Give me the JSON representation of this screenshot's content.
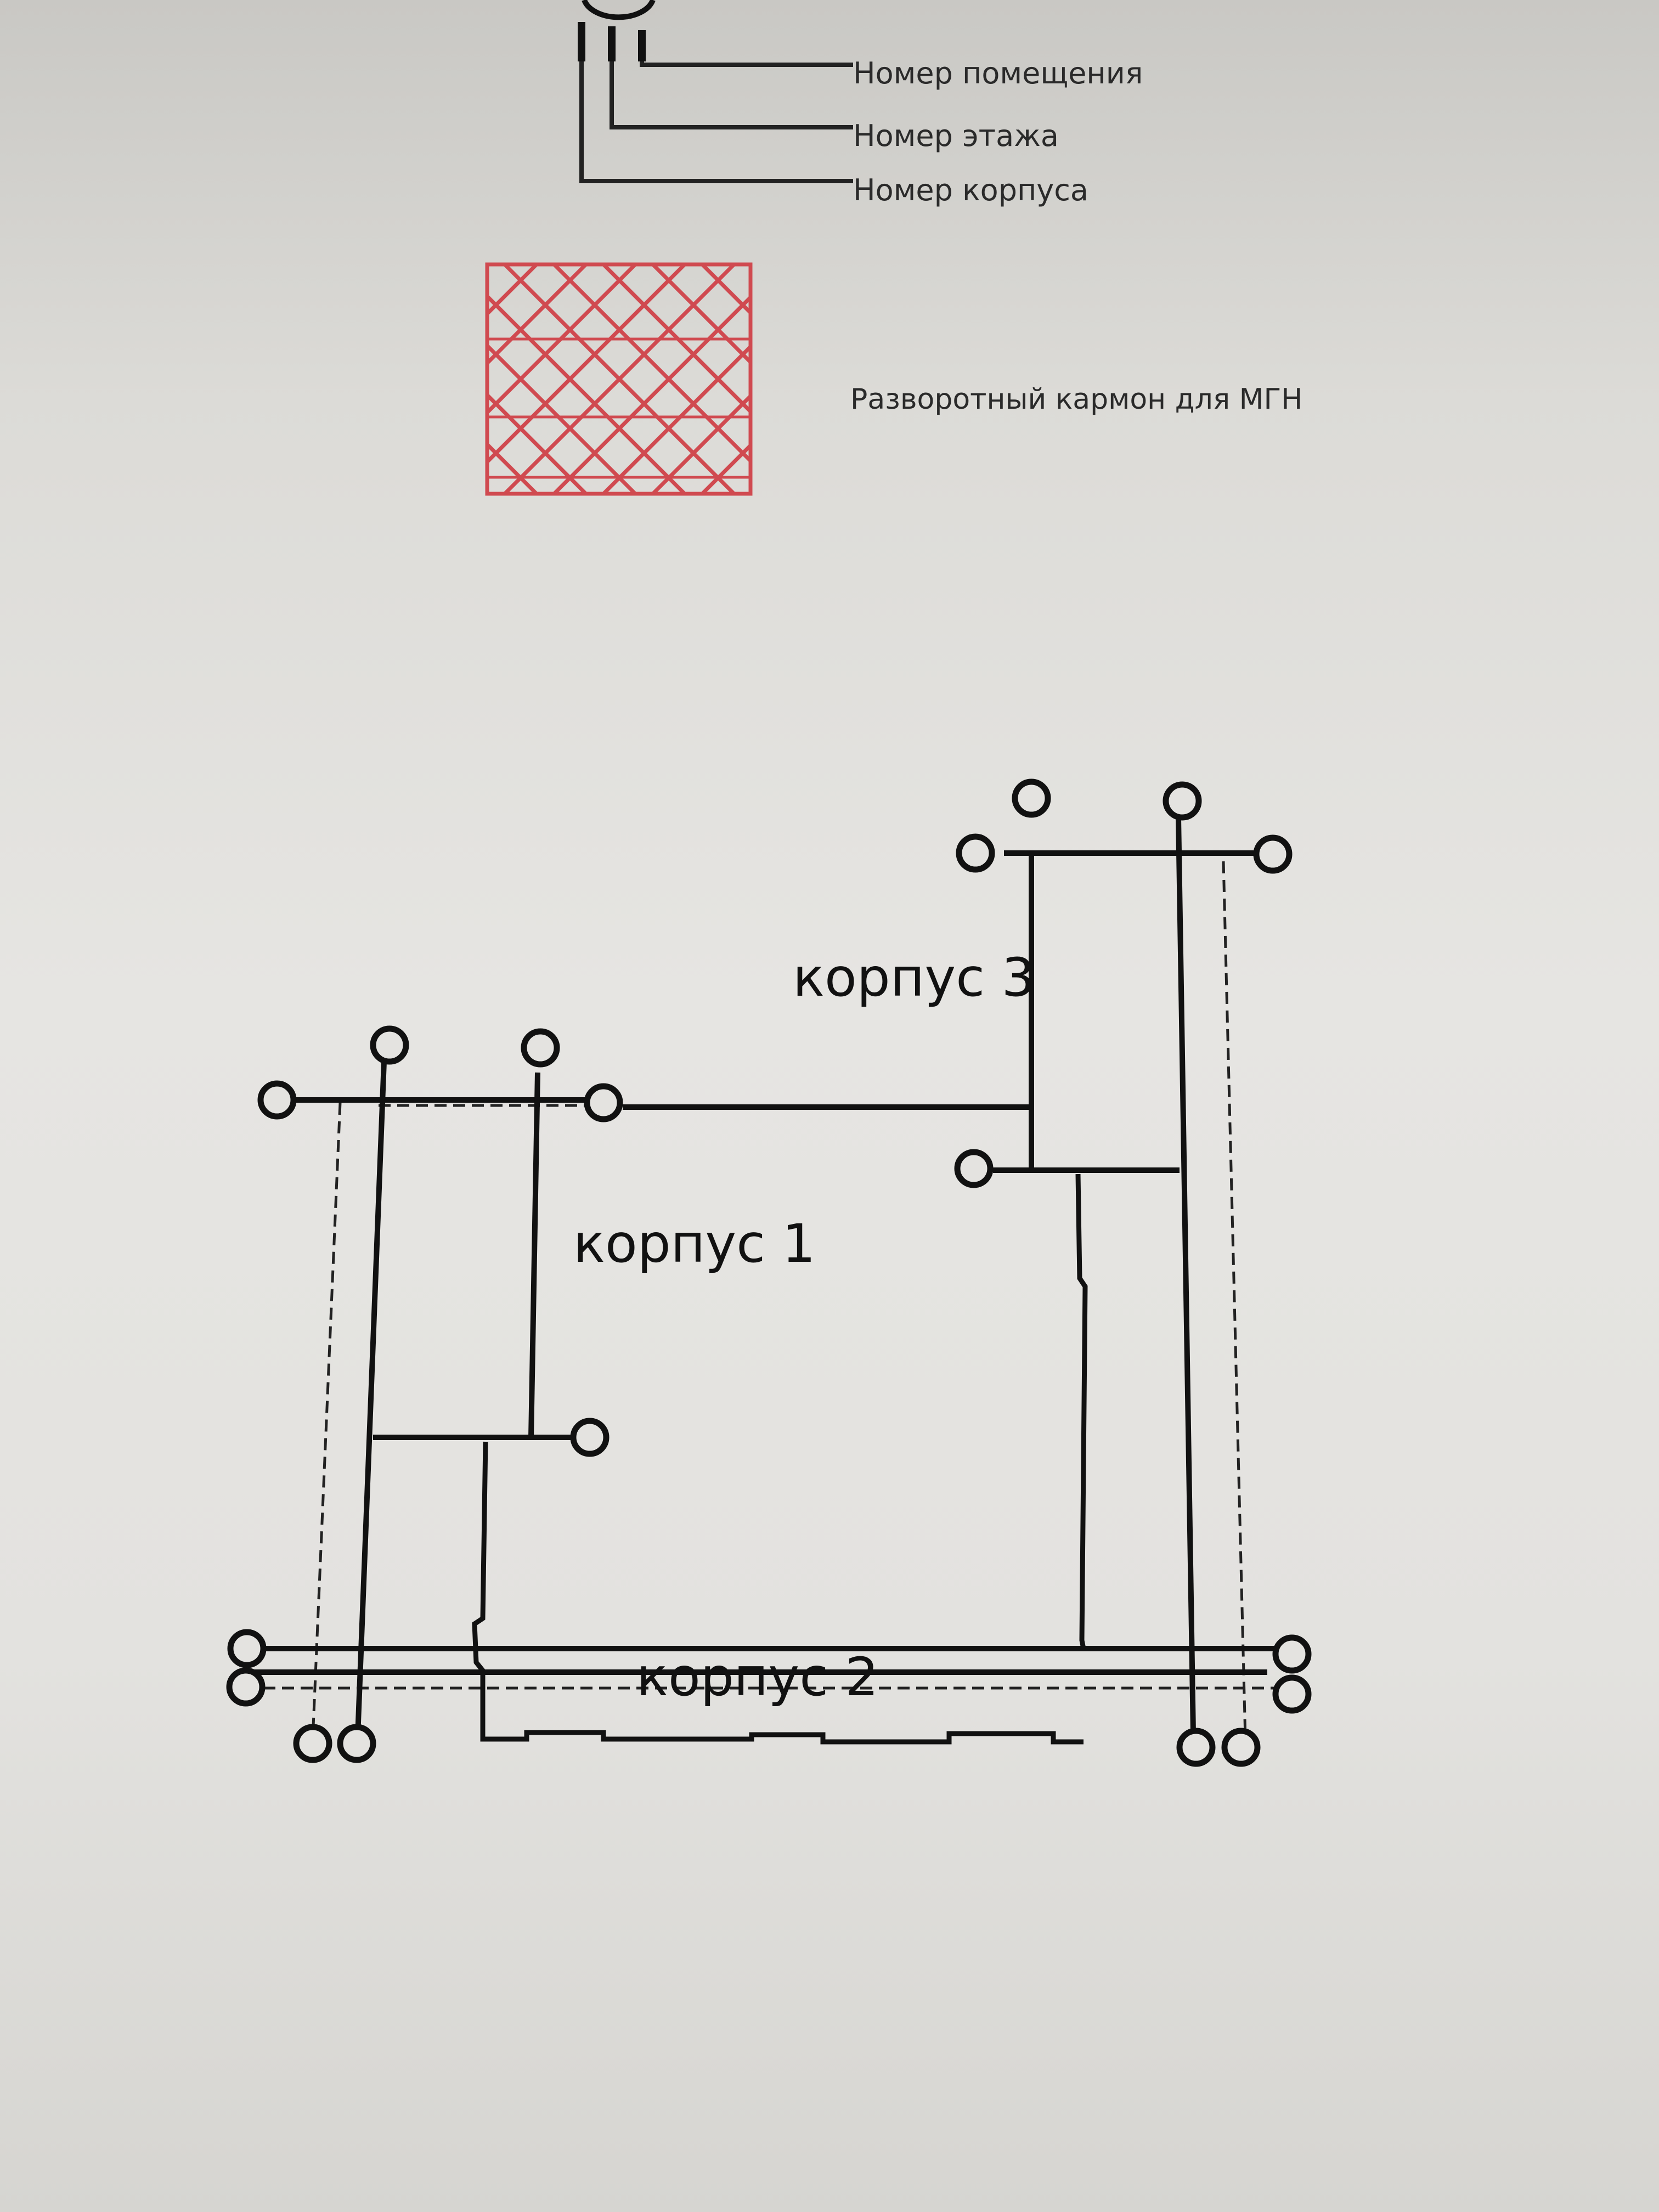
{
  "legend": {
    "room_number": "Номер помещения",
    "floor_number": "Номер этажа",
    "building_number": "Номер корпуса",
    "turning_pocket": "Разворотный кармон для МГН",
    "hatch_color": "#d04a50"
  },
  "plan": {
    "building_1": "корпус 1",
    "building_2": "корпус 2",
    "building_3": "корпус 3"
  }
}
